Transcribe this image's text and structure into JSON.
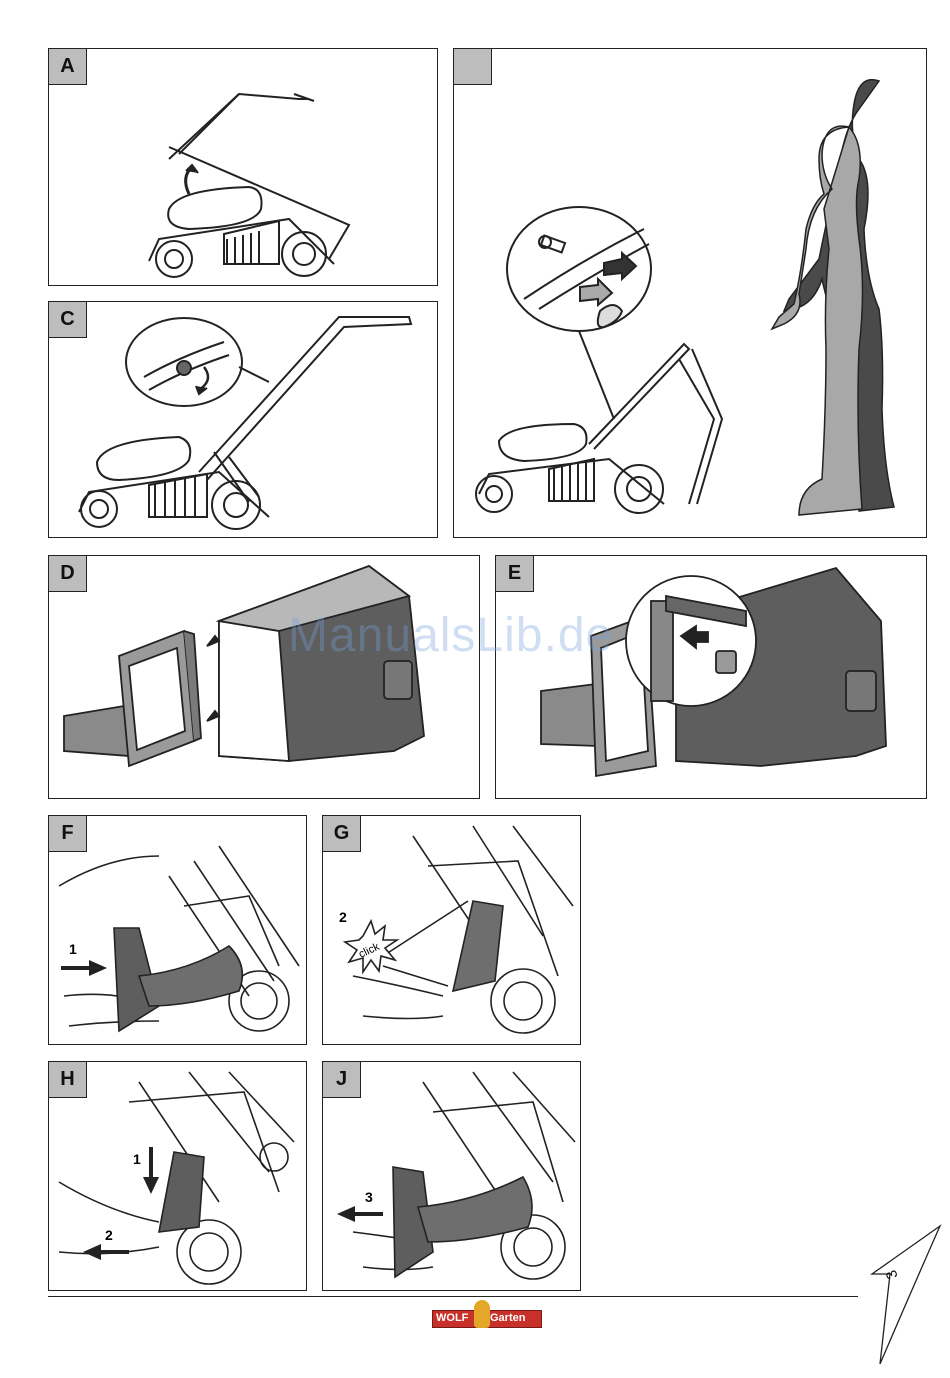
{
  "panels": {
    "a": {
      "label": "A"
    },
    "b": {
      "label": ""
    },
    "c": {
      "label": "C"
    },
    "d": {
      "label": "D"
    },
    "e": {
      "label": "E"
    },
    "f": {
      "label": "F",
      "step": "1"
    },
    "g": {
      "label": "G",
      "step": "2",
      "click_text": "click"
    },
    "h": {
      "label": "H",
      "step1": "1",
      "step2": "2"
    },
    "j": {
      "label": "J",
      "step": "3"
    }
  },
  "watermark": "ManualsLib.de",
  "footer": {
    "logo_left": "WOLF",
    "logo_right": "Garten",
    "page_number": "3"
  },
  "colors": {
    "bag_dark": "#5e5e5e",
    "bag_mid": "#8a8a8a",
    "label_bg": "#bdbdbd",
    "brand_red": "#c8302a"
  }
}
